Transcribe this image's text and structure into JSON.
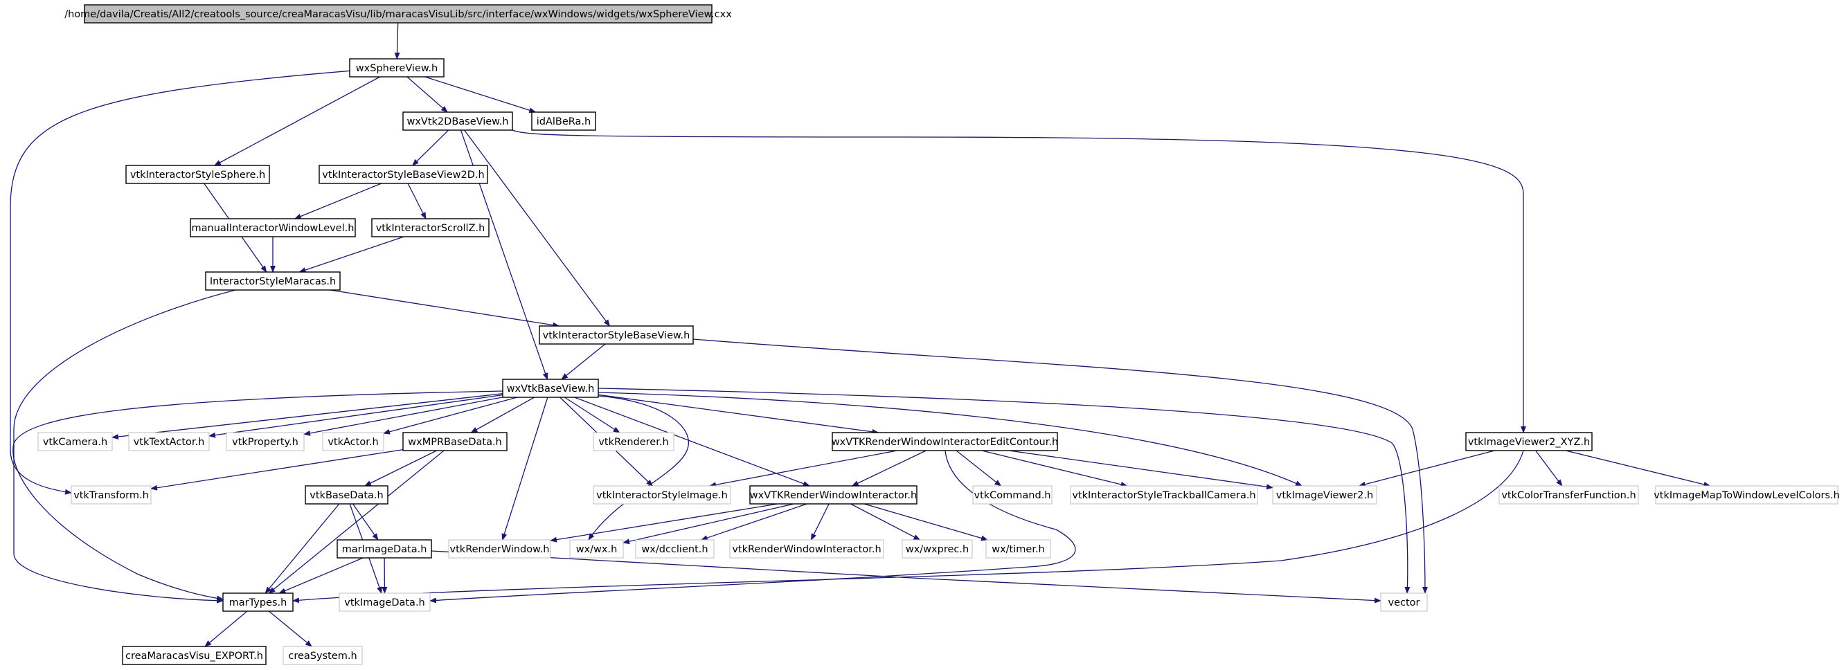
{
  "colors": {
    "edge": "#191970",
    "documented_border": "#000000",
    "external_border": "#bfbfbf",
    "root_fill": "#bfbfbf",
    "node_fill": "#ffffff"
  },
  "nodes": [
    {
      "id": "root",
      "label": "/home/davila/Creatis/All2/creatools_source/creaMaracasVisu/lib/maracasVisuLib/src/interface/wxWindows/widgets/wxSphereView.cxx",
      "kind": "root"
    },
    {
      "id": "wxSphereView",
      "label": "wxSphereView.h",
      "kind": "documented"
    },
    {
      "id": "wxVtk2DBaseView",
      "label": "wxVtk2DBaseView.h",
      "kind": "documented"
    },
    {
      "id": "idAlBeRa",
      "label": "idAlBeRa.h",
      "kind": "documented"
    },
    {
      "id": "vtkInteractorStyleSphere",
      "label": "vtkInteractorStyleSphere.h",
      "kind": "documented"
    },
    {
      "id": "vtkInteractorStyleBaseView2D",
      "label": "vtkInteractorStyleBaseView2D.h",
      "kind": "documented"
    },
    {
      "id": "manualInteractorWindowLevel",
      "label": "manualInteractorWindowLevel.h",
      "kind": "documented"
    },
    {
      "id": "vtkInteractorScrollZ",
      "label": "vtkInteractorScrollZ.h",
      "kind": "documented"
    },
    {
      "id": "InteractorStyleMaracas",
      "label": "InteractorStyleMaracas.h",
      "kind": "documented"
    },
    {
      "id": "vtkInteractorStyleBaseView",
      "label": "vtkInteractorStyleBaseView.h",
      "kind": "documented"
    },
    {
      "id": "wxVtkBaseView",
      "label": "wxVtkBaseView.h",
      "kind": "documented"
    },
    {
      "id": "vtkCamera",
      "label": "vtkCamera.h",
      "kind": "external"
    },
    {
      "id": "vtkTextActor",
      "label": "vtkTextActor.h",
      "kind": "external"
    },
    {
      "id": "vtkProperty",
      "label": "vtkProperty.h",
      "kind": "external"
    },
    {
      "id": "vtkActor",
      "label": "vtkActor.h",
      "kind": "external"
    },
    {
      "id": "wxMPRBaseData",
      "label": "wxMPRBaseData.h",
      "kind": "documented"
    },
    {
      "id": "vtkRenderer",
      "label": "vtkRenderer.h",
      "kind": "external"
    },
    {
      "id": "wxVTKRenderWindowInteractorEditContour",
      "label": "wxVTKRenderWindowInteractorEditContour.h",
      "kind": "documented"
    },
    {
      "id": "vtkImageViewer2_XYZ",
      "label": "vtkImageViewer2_XYZ.h",
      "kind": "documented"
    },
    {
      "id": "vtkTransform",
      "label": "vtkTransform.h",
      "kind": "external"
    },
    {
      "id": "vtkBaseData",
      "label": "vtkBaseData.h",
      "kind": "documented"
    },
    {
      "id": "vtkInteractorStyleImage",
      "label": "vtkInteractorStyleImage.h",
      "kind": "external"
    },
    {
      "id": "wxVTKRenderWindowInteractor",
      "label": "wxVTKRenderWindowInteractor.h",
      "kind": "documented"
    },
    {
      "id": "vtkCommand",
      "label": "vtkCommand.h",
      "kind": "external"
    },
    {
      "id": "vtkInteractorStyleTrackballCamera",
      "label": "vtkInteractorStyleTrackballCamera.h",
      "kind": "external"
    },
    {
      "id": "vtkImageViewer2",
      "label": "vtkImageViewer2.h",
      "kind": "external"
    },
    {
      "id": "vtkColorTransferFunction",
      "label": "vtkColorTransferFunction.h",
      "kind": "external"
    },
    {
      "id": "vtkImageMapToWindowLevelColors",
      "label": "vtkImageMapToWindowLevelColors.h",
      "kind": "external"
    },
    {
      "id": "marImageData",
      "label": "marImageData.h",
      "kind": "documented"
    },
    {
      "id": "vtkRenderWindow",
      "label": "vtkRenderWindow.h",
      "kind": "external"
    },
    {
      "id": "wxwx",
      "label": "wx/wx.h",
      "kind": "external"
    },
    {
      "id": "wxdcclient",
      "label": "wx/dcclient.h",
      "kind": "external"
    },
    {
      "id": "vtkRenderWindowInteractor",
      "label": "vtkRenderWindowInteractor.h",
      "kind": "external"
    },
    {
      "id": "wxwxprec",
      "label": "wx/wxprec.h",
      "kind": "external"
    },
    {
      "id": "wxtimer",
      "label": "wx/timer.h",
      "kind": "external"
    },
    {
      "id": "marTypes",
      "label": "marTypes.h",
      "kind": "documented"
    },
    {
      "id": "vtkImageData",
      "label": "vtkImageData.h",
      "kind": "external"
    },
    {
      "id": "vector",
      "label": "vector",
      "kind": "external"
    },
    {
      "id": "creaMaracasVisu_EXPORT",
      "label": "creaMaracasVisu_EXPORT.h",
      "kind": "documented"
    },
    {
      "id": "creaSystem",
      "label": "creaSystem.h",
      "kind": "external"
    }
  ],
  "edges": [
    [
      "root",
      "wxSphereView"
    ],
    [
      "wxSphereView",
      "wxVtk2DBaseView"
    ],
    [
      "wxSphereView",
      "idAlBeRa"
    ],
    [
      "wxSphereView",
      "vtkInteractorStyleSphere"
    ],
    [
      "wxSphereView",
      "vtkTransform"
    ],
    [
      "wxVtk2DBaseView",
      "vtkInteractorStyleBaseView2D"
    ],
    [
      "wxVtk2DBaseView",
      "vtkInteractorStyleBaseView"
    ],
    [
      "wxVtk2DBaseView",
      "wxVtkBaseView"
    ],
    [
      "wxVtk2DBaseView",
      "vtkImageViewer2_XYZ"
    ],
    [
      "vtkInteractorStyleSphere",
      "InteractorStyleMaracas"
    ],
    [
      "vtkInteractorStyleBaseView2D",
      "manualInteractorWindowLevel"
    ],
    [
      "vtkInteractorStyleBaseView2D",
      "vtkInteractorScrollZ"
    ],
    [
      "manualInteractorWindowLevel",
      "InteractorStyleMaracas"
    ],
    [
      "vtkInteractorScrollZ",
      "InteractorStyleMaracas"
    ],
    [
      "InteractorStyleMaracas",
      "vtkInteractorStyleBaseView"
    ],
    [
      "InteractorStyleMaracas",
      "marTypes"
    ],
    [
      "vtkInteractorStyleBaseView",
      "wxVtkBaseView"
    ],
    [
      "vtkInteractorStyleBaseView",
      "vector"
    ],
    [
      "wxVtkBaseView",
      "vtkCamera"
    ],
    [
      "wxVtkBaseView",
      "vtkTextActor"
    ],
    [
      "wxVtkBaseView",
      "vtkProperty"
    ],
    [
      "wxVtkBaseView",
      "vtkActor"
    ],
    [
      "wxVtkBaseView",
      "wxMPRBaseData"
    ],
    [
      "wxVtkBaseView",
      "vtkRenderer"
    ],
    [
      "wxVtkBaseView",
      "wxVTKRenderWindowInteractorEditContour"
    ],
    [
      "wxVtkBaseView",
      "vtkImageViewer2"
    ],
    [
      "wxVtkBaseView",
      "vector"
    ],
    [
      "wxVtkBaseView",
      "vtkInteractorStyleImage"
    ],
    [
      "wxVtkBaseView",
      "wxVTKRenderWindowInteractor"
    ],
    [
      "wxVtkBaseView",
      "vtkRenderWindow"
    ],
    [
      "wxVtkBaseView",
      "wxwx"
    ],
    [
      "wxVtkBaseView",
      "marTypes"
    ],
    [
      "wxMPRBaseData",
      "vtkTransform"
    ],
    [
      "wxMPRBaseData",
      "vtkBaseData"
    ],
    [
      "wxMPRBaseData",
      "marTypes"
    ],
    [
      "wxVTKRenderWindowInteractorEditContour",
      "vtkInteractorStyleImage"
    ],
    [
      "wxVTKRenderWindowInteractorEditContour",
      "wxVTKRenderWindowInteractor"
    ],
    [
      "wxVTKRenderWindowInteractorEditContour",
      "vtkCommand"
    ],
    [
      "wxVTKRenderWindowInteractorEditContour",
      "vtkInteractorStyleTrackballCamera"
    ],
    [
      "wxVTKRenderWindowInteractorEditContour",
      "vtkImageViewer2"
    ],
    [
      "wxVTKRenderWindowInteractorEditContour",
      "vtkImageData"
    ],
    [
      "vtkImageViewer2_XYZ",
      "vtkImageViewer2"
    ],
    [
      "vtkImageViewer2_XYZ",
      "vtkColorTransferFunction"
    ],
    [
      "vtkImageViewer2_XYZ",
      "vtkImageMapToWindowLevelColors"
    ],
    [
      "vtkImageViewer2_XYZ",
      "marTypes"
    ],
    [
      "vtkBaseData",
      "marImageData"
    ],
    [
      "vtkBaseData",
      "marTypes"
    ],
    [
      "vtkBaseData",
      "vtkImageData"
    ],
    [
      "wxVTKRenderWindowInteractor",
      "vtkRenderWindow"
    ],
    [
      "wxVTKRenderWindowInteractor",
      "wxwx"
    ],
    [
      "wxVTKRenderWindowInteractor",
      "wxdcclient"
    ],
    [
      "wxVTKRenderWindowInteractor",
      "vtkRenderWindowInteractor"
    ],
    [
      "wxVTKRenderWindowInteractor",
      "wxwxprec"
    ],
    [
      "wxVTKRenderWindowInteractor",
      "wxtimer"
    ],
    [
      "marImageData",
      "marTypes"
    ],
    [
      "marImageData",
      "vtkImageData"
    ],
    [
      "marImageData",
      "vector"
    ],
    [
      "marTypes",
      "creaMaracasVisu_EXPORT"
    ],
    [
      "marTypes",
      "creaSystem"
    ]
  ]
}
